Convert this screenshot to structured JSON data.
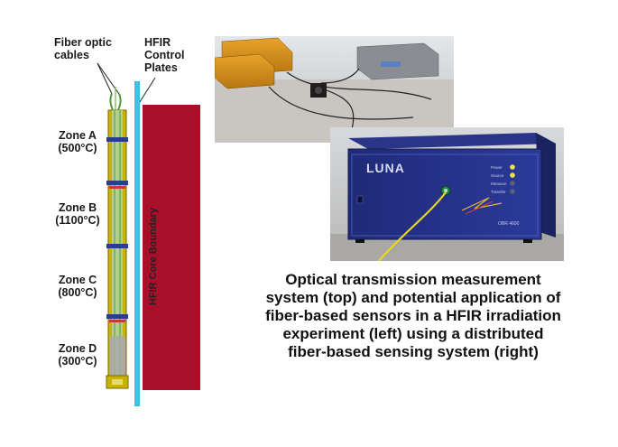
{
  "labels": {
    "fiber_optic_cables": [
      "Fiber optic",
      "cables"
    ],
    "hfir_control_plates": [
      "HFIR",
      "Control",
      "Plates"
    ],
    "core_boundary": "HFIR Core Boundary"
  },
  "zones": [
    {
      "name": "Zone A",
      "temp": "(500°C)"
    },
    {
      "name": "Zone B",
      "temp": "(1100°C)"
    },
    {
      "name": "Zone C",
      "temp": "(800°C)"
    },
    {
      "name": "Zone D",
      "temp": "(300°C)"
    }
  ],
  "device": {
    "brand": "LUNA",
    "model": "OBR 4600",
    "leds": [
      "Power",
      "Source",
      "Measure",
      "Transfer"
    ]
  },
  "caption_lines": [
    "Optical transmission measurement",
    "system (top) and potential application of",
    "fiber-based sensors in a HFIR irradiation",
    "experiment (left) using a distributed",
    "fiber-based sensing system (right)"
  ],
  "colors": {
    "core": "#a8102a",
    "control_plate": "#3cc0e6",
    "capsule": "#c8b400",
    "fiber": "#4f9a3a"
  }
}
